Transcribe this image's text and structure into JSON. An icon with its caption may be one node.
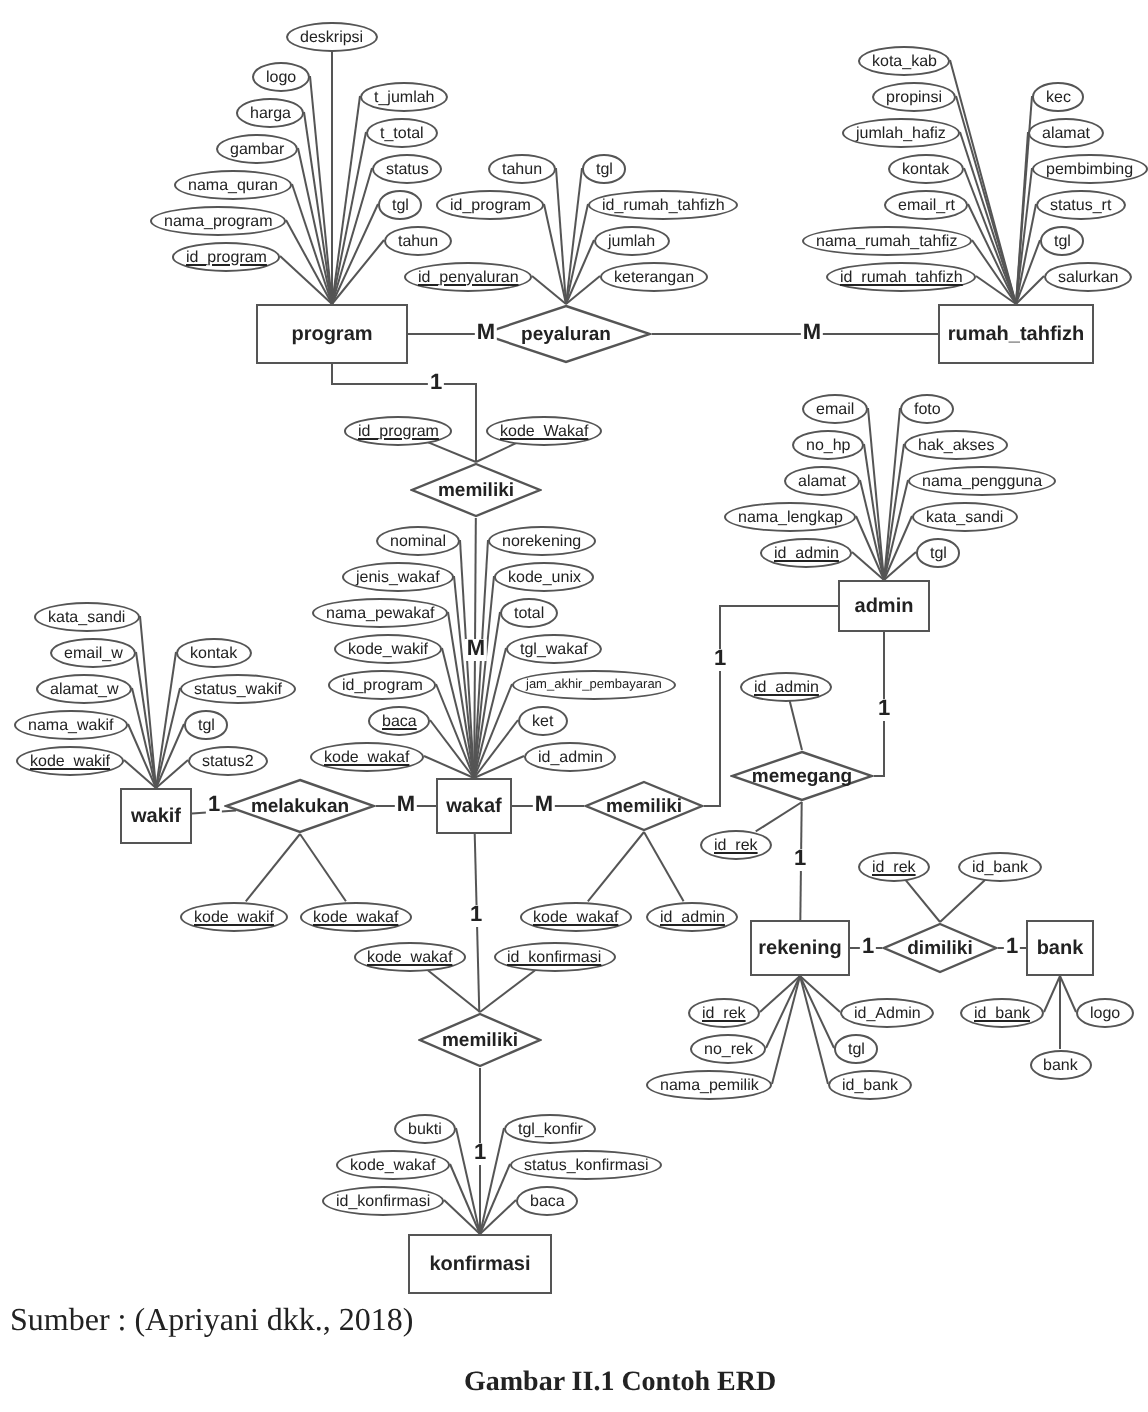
{
  "diagram": {
    "caption": "Gambar II.1 Contoh ERD",
    "nodes": [
      {
        "text": [
          "program"
        ]
      },
      {
        "text": [
          "deskripsi"
        ]
      },
      {
        "text": [
          "logo"
        ]
      },
      {
        "text": [
          "t_jumlah"
        ]
      },
      {
        "text": [
          "harga"
        ]
      },
      {
        "text": [
          "t_total"
        ]
      },
      {
        "text": [
          "gambar"
        ]
      },
      {
        "text": [
          "status"
        ]
      },
      {
        "text": [
          "nama_quran"
        ]
      },
      {
        "text": [
          "tgl"
        ]
      },
      {
        "text": [
          "nama_program"
        ]
      },
      {
        "text": [
          "tahun"
        ]
      },
      {
        "text": [
          "id_program"
        ]
      },
      {
        "text": [
          "peyaluran"
        ]
      },
      {
        "text": [
          "tgl"
        ]
      },
      {
        "text": [
          "tahun"
        ]
      },
      {
        "text": [
          "id_rumah_tahfizh"
        ]
      },
      {
        "text": [
          "id_program"
        ]
      },
      {
        "text": [
          "jumlah"
        ]
      },
      {
        "text": [
          "id_penyaluran"
        ]
      },
      {
        "text": [
          "keterangan"
        ]
      },
      {
        "text": [
          "rumah_tahfizh"
        ]
      },
      {
        "text": [
          "kota_kab"
        ]
      },
      {
        "text": [
          "propinsi"
        ]
      },
      {
        "text": [
          "kec"
        ]
      },
      {
        "text": [
          "jumlah_hafiz"
        ]
      },
      {
        "text": [
          "alamat"
        ]
      },
      {
        "text": [
          "pembimbing"
        ]
      },
      {
        "text": [
          "kontak"
        ]
      },
      {
        "text": [
          "email_rt"
        ]
      },
      {
        "text": [
          "status_rt"
        ]
      },
      {
        "text": [
          "nama_rumah_tahfiz"
        ]
      },
      {
        "text": [
          "tgl"
        ]
      },
      {
        "text": [
          "id_rumah_tahfizh"
        ]
      },
      {
        "text": [
          "salurkan"
        ]
      },
      {
        "text": [
          "memiliki"
        ]
      },
      {
        "text": [
          "id_program"
        ]
      },
      {
        "text": [
          "kode_Wakaf"
        ]
      },
      {
        "text": [
          "admin"
        ]
      },
      {
        "text": [
          "email"
        ]
      },
      {
        "text": [
          "foto"
        ]
      },
      {
        "text": [
          "no_hp"
        ]
      },
      {
        "text": [
          "hak_akses"
        ]
      },
      {
        "text": [
          "alamat"
        ]
      },
      {
        "text": [
          "nama_pengguna"
        ]
      },
      {
        "text": [
          "nama_lengkap"
        ]
      },
      {
        "text": [
          "kata_sandi"
        ]
      },
      {
        "text": [
          "id_admin"
        ]
      },
      {
        "text": [
          "tgl"
        ]
      },
      {
        "text": [
          "wakif"
        ]
      },
      {
        "text": [
          "kata_sandi"
        ]
      },
      {
        "text": [
          "kontak"
        ]
      },
      {
        "text": [
          "email_w"
        ]
      },
      {
        "text": [
          "status_wakif"
        ]
      },
      {
        "text": [
          "alamat_w"
        ]
      },
      {
        "text": [
          "tgl"
        ]
      },
      {
        "text": [
          "nama_wakif"
        ]
      },
      {
        "text": [
          "status2"
        ]
      },
      {
        "text": [
          "kode_wakif"
        ]
      },
      {
        "text": [
          "melakukan"
        ]
      },
      {
        "text": [
          "wakaf"
        ]
      },
      {
        "text": [
          "nominal"
        ]
      },
      {
        "text": [
          "norekening"
        ]
      },
      {
        "text": [
          "jenis_wakaf"
        ]
      },
      {
        "text": [
          "kode_unix"
        ]
      },
      {
        "text": [
          "nama_pewakaf"
        ]
      },
      {
        "text": [
          "total"
        ]
      },
      {
        "text": [
          "kode_wakif"
        ]
      },
      {
        "text": [
          "tgl_wakaf"
        ]
      },
      {
        "text": [
          "id_program"
        ]
      },
      {
        "text": [
          "jam_akhir_pembayaran"
        ]
      },
      {
        "text": [
          "baca"
        ]
      },
      {
        "text": [
          "ket"
        ]
      },
      {
        "text": [
          "kode_wakaf"
        ]
      },
      {
        "text": [
          "id_admin"
        ]
      },
      {
        "text": [
          "memiliki"
        ]
      },
      {
        "text": [
          "memegang"
        ]
      },
      {
        "text": [
          "id_admin"
        ]
      },
      {
        "text": [
          "id_rek"
        ]
      },
      {
        "text": [
          "kode_wakif"
        ]
      },
      {
        "text": [
          "kode_wakaf"
        ]
      },
      {
        "text": [
          "kode_wakaf"
        ]
      },
      {
        "text": [
          "id_admin"
        ]
      },
      {
        "text": [
          "rekening"
        ]
      },
      {
        "text": [
          "dimiliki"
        ]
      },
      {
        "text": [
          "bank"
        ]
      },
      {
        "text": [
          "id_rek"
        ]
      },
      {
        "text": [
          "id_bank"
        ]
      },
      {
        "text": [
          "id_rek"
        ]
      },
      {
        "text": [
          "id_Admin"
        ]
      },
      {
        "text": [
          "no_rek"
        ]
      },
      {
        "text": [
          "tgl"
        ]
      },
      {
        "text": [
          "nama_pemilik"
        ]
      },
      {
        "text": [
          "id_bank"
        ]
      },
      {
        "text": [
          "id_bank"
        ]
      },
      {
        "text": [
          "bank"
        ]
      },
      {
        "text": [
          "logo"
        ]
      },
      {
        "text": [
          "memiliki"
        ]
      },
      {
        "text": [
          "kode_wakaf"
        ]
      },
      {
        "text": [
          "id_konfirmasi"
        ]
      },
      {
        "text": [
          "konfirmasi"
        ]
      },
      {
        "text": [
          "bukti"
        ]
      },
      {
        "text": [
          "tgl_konfir"
        ]
      },
      {
        "text": [
          "kode_wakaf"
        ]
      },
      {
        "text": [
          "status_konfirmasi"
        ]
      },
      {
        "text": [
          "id_konfirmasi"
        ]
      },
      {
        "text": [
          "baca"
        ]
      }
    ],
    "edges": [
      {
        "from": 0,
        "to": 13,
        "arrow": "none",
        "label": "M"
      },
      {
        "from": 13,
        "to": 21,
        "arrow": "none",
        "label": "M"
      },
      {
        "from": 0,
        "to": 35,
        "arrow": "none",
        "label": "1"
      },
      {
        "from": 35,
        "to": 60,
        "arrow": "none",
        "label": "M"
      },
      {
        "from": 49,
        "to": 59,
        "arrow": "none",
        "label": "1"
      },
      {
        "from": 59,
        "to": 60,
        "arrow": "none",
        "label": "M"
      },
      {
        "from": 60,
        "to": 75,
        "arrow": "none",
        "label": "M"
      },
      {
        "from": 75,
        "to": 38,
        "arrow": "none",
        "label": "1"
      },
      {
        "from": 38,
        "to": 76,
        "arrow": "none",
        "label": "1"
      },
      {
        "from": 76,
        "to": 83,
        "arrow": "none",
        "label": "1"
      },
      {
        "from": 83,
        "to": 84,
        "arrow": "none",
        "label": "1"
      },
      {
        "from": 84,
        "to": 85,
        "arrow": "none",
        "label": "1"
      },
      {
        "from": 60,
        "to": 97,
        "arrow": "none",
        "label": "1"
      },
      {
        "from": 97,
        "to": 100,
        "arrow": "none",
        "label": "1"
      },
      {
        "from": 0,
        "to": 1,
        "arrow": "none"
      },
      {
        "from": 0,
        "to": 2,
        "arrow": "none"
      },
      {
        "from": 0,
        "to": 3,
        "arrow": "none"
      },
      {
        "from": 0,
        "to": 4,
        "arrow": "none"
      },
      {
        "from": 0,
        "to": 5,
        "arrow": "none"
      },
      {
        "from": 0,
        "to": 6,
        "arrow": "none"
      },
      {
        "from": 0,
        "to": 7,
        "arrow": "none"
      },
      {
        "from": 0,
        "to": 8,
        "arrow": "none"
      },
      {
        "from": 0,
        "to": 9,
        "arrow": "none"
      },
      {
        "from": 0,
        "to": 10,
        "arrow": "none"
      },
      {
        "from": 0,
        "to": 11,
        "arrow": "none"
      },
      {
        "from": 0,
        "to": 12,
        "arrow": "none"
      },
      {
        "from": 13,
        "to": 14,
        "arrow": "none"
      },
      {
        "from": 13,
        "to": 15,
        "arrow": "none"
      },
      {
        "from": 13,
        "to": 16,
        "arrow": "none"
      },
      {
        "from": 13,
        "to": 17,
        "arrow": "none"
      },
      {
        "from": 13,
        "to": 18,
        "arrow": "none"
      },
      {
        "from": 13,
        "to": 19,
        "arrow": "none"
      },
      {
        "from": 13,
        "to": 20,
        "arrow": "none"
      },
      {
        "from": 21,
        "to": 22,
        "arrow": "none"
      },
      {
        "from": 21,
        "to": 23,
        "arrow": "none"
      },
      {
        "from": 21,
        "to": 24,
        "arrow": "none"
      },
      {
        "from": 21,
        "to": 25,
        "arrow": "none"
      },
      {
        "from": 21,
        "to": 26,
        "arrow": "none"
      },
      {
        "from": 21,
        "to": 27,
        "arrow": "none"
      },
      {
        "from": 21,
        "to": 28,
        "arrow": "none"
      },
      {
        "from": 21,
        "to": 29,
        "arrow": "none"
      },
      {
        "from": 21,
        "to": 30,
        "arrow": "none"
      },
      {
        "from": 21,
        "to": 31,
        "arrow": "none"
      },
      {
        "from": 21,
        "to": 32,
        "arrow": "none"
      },
      {
        "from": 21,
        "to": 33,
        "arrow": "none"
      },
      {
        "from": 21,
        "to": 34,
        "arrow": "none"
      },
      {
        "from": 35,
        "to": 36,
        "arrow": "none"
      },
      {
        "from": 35,
        "to": 37,
        "arrow": "none"
      },
      {
        "from": 38,
        "to": 39,
        "arrow": "none"
      },
      {
        "from": 38,
        "to": 40,
        "arrow": "none"
      },
      {
        "from": 38,
        "to": 41,
        "arrow": "none"
      },
      {
        "from": 38,
        "to": 42,
        "arrow": "none"
      },
      {
        "from": 38,
        "to": 43,
        "arrow": "none"
      },
      {
        "from": 38,
        "to": 44,
        "arrow": "none"
      },
      {
        "from": 38,
        "to": 45,
        "arrow": "none"
      },
      {
        "from": 38,
        "to": 46,
        "arrow": "none"
      },
      {
        "from": 38,
        "to": 47,
        "arrow": "none"
      },
      {
        "from": 38,
        "to": 48,
        "arrow": "none"
      },
      {
        "from": 49,
        "to": 50,
        "arrow": "none"
      },
      {
        "from": 49,
        "to": 51,
        "arrow": "none"
      },
      {
        "from": 49,
        "to": 52,
        "arrow": "none"
      },
      {
        "from": 49,
        "to": 53,
        "arrow": "none"
      },
      {
        "from": 49,
        "to": 54,
        "arrow": "none"
      },
      {
        "from": 49,
        "to": 55,
        "arrow": "none"
      },
      {
        "from": 49,
        "to": 56,
        "arrow": "none"
      },
      {
        "from": 49,
        "to": 57,
        "arrow": "none"
      },
      {
        "from": 49,
        "to": 58,
        "arrow": "none"
      },
      {
        "from": 60,
        "to": 61,
        "arrow": "none"
      },
      {
        "from": 60,
        "to": 62,
        "arrow": "none"
      },
      {
        "from": 60,
        "to": 63,
        "arrow": "none"
      },
      {
        "from": 60,
        "to": 64,
        "arrow": "none"
      },
      {
        "from": 60,
        "to": 65,
        "arrow": "none"
      },
      {
        "from": 60,
        "to": 66,
        "arrow": "none"
      },
      {
        "from": 60,
        "to": 67,
        "arrow": "none"
      },
      {
        "from": 60,
        "to": 68,
        "arrow": "none"
      },
      {
        "from": 60,
        "to": 69,
        "arrow": "none"
      },
      {
        "from": 60,
        "to": 70,
        "arrow": "none"
      },
      {
        "from": 60,
        "to": 71,
        "arrow": "none"
      },
      {
        "from": 60,
        "to": 72,
        "arrow": "none"
      },
      {
        "from": 60,
        "to": 73,
        "arrow": "none"
      },
      {
        "from": 60,
        "to": 74,
        "arrow": "none"
      },
      {
        "from": 76,
        "to": 77,
        "arrow": "none"
      },
      {
        "from": 76,
        "to": 78,
        "arrow": "none"
      },
      {
        "from": 59,
        "to": 79,
        "arrow": "none"
      },
      {
        "from": 59,
        "to": 80,
        "arrow": "none"
      },
      {
        "from": 75,
        "to": 81,
        "arrow": "none"
      },
      {
        "from": 75,
        "to": 82,
        "arrow": "none"
      },
      {
        "from": 84,
        "to": 86,
        "arrow": "none"
      },
      {
        "from": 84,
        "to": 87,
        "arrow": "none"
      },
      {
        "from": 83,
        "to": 88,
        "arrow": "none"
      },
      {
        "from": 83,
        "to": 89,
        "arrow": "none"
      },
      {
        "from": 83,
        "to": 90,
        "arrow": "none"
      },
      {
        "from": 83,
        "to": 91,
        "arrow": "none"
      },
      {
        "from": 83,
        "to": 92,
        "arrow": "none"
      },
      {
        "from": 83,
        "to": 93,
        "arrow": "none"
      },
      {
        "from": 85,
        "to": 94,
        "arrow": "none"
      },
      {
        "from": 85,
        "to": 95,
        "arrow": "none"
      },
      {
        "from": 85,
        "to": 96,
        "arrow": "none"
      },
      {
        "from": 97,
        "to": 98,
        "arrow": "none"
      },
      {
        "from": 97,
        "to": 99,
        "arrow": "none"
      },
      {
        "from": 100,
        "to": 101,
        "arrow": "none"
      },
      {
        "from": 100,
        "to": 102,
        "arrow": "none"
      },
      {
        "from": 100,
        "to": 103,
        "arrow": "none"
      },
      {
        "from": 100,
        "to": 104,
        "arrow": "none"
      },
      {
        "from": 100,
        "to": 105,
        "arrow": "none"
      },
      {
        "from": 100,
        "to": 106,
        "arrow": "none"
      }
    ],
    "labels": [
      "Sumber : (Apriyani dkk., 2018)"
    ]
  }
}
